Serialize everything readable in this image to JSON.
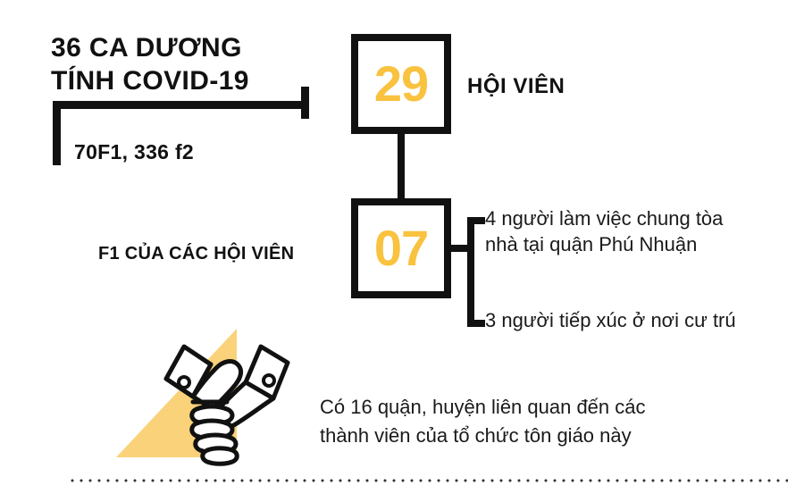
{
  "colors": {
    "amber": "#F9C23F",
    "amber_light": "#F9D27A",
    "ink": "#111111",
    "body_text": "#1a1a1a",
    "background": "#ffffff"
  },
  "header": {
    "title": "36 CA DƯƠNG\nTÍNH COVID-19",
    "subtitle": "70F1, 336 f2"
  },
  "left_label": {
    "text": "F1 CỦA CÁC HỘI VIÊN"
  },
  "boxes": [
    {
      "value": "29",
      "label": "HỘI VIÊN"
    },
    {
      "value": "07",
      "notes": [
        "4 người làm việc chung tòa\nnhà tại quận Phú Nhuận",
        "3 người tiếp xúc ở nơi cư trú"
      ]
    }
  ],
  "illustration": {
    "icon": "handshake-icon"
  },
  "footer": {
    "text": "Có 16 quận, huyện liên quan đến các\nthành viên của tổ chức tôn giáo này"
  }
}
